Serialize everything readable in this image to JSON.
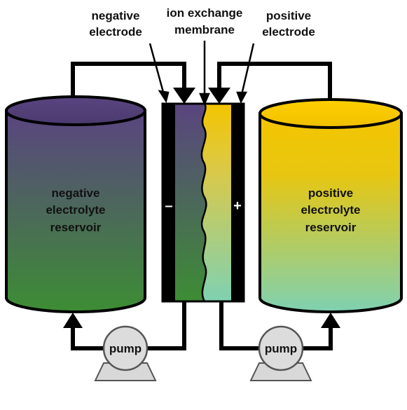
{
  "labels": {
    "negative_electrode": [
      "negative",
      "electrode"
    ],
    "membrane": [
      "ion exchange",
      "membrane"
    ],
    "positive_electrode": [
      "positive",
      "electrode"
    ],
    "negative_reservoir": [
      "negative",
      "electrolyte",
      "reservoir"
    ],
    "positive_reservoir": [
      "positive",
      "electrolyte",
      "reservoir"
    ],
    "left_pump": "pump",
    "right_pump": "pump",
    "minus_sign": "–",
    "plus_sign": "+"
  },
  "colors": {
    "negative_top": "#5a4480",
    "negative_bottom": "#3d8d34",
    "positive_top": "#f4c500",
    "positive_bottom": "#7fd1b2",
    "pipe": "#000000",
    "pump_fill": "#d8d8d8",
    "electrode": "#000000"
  }
}
